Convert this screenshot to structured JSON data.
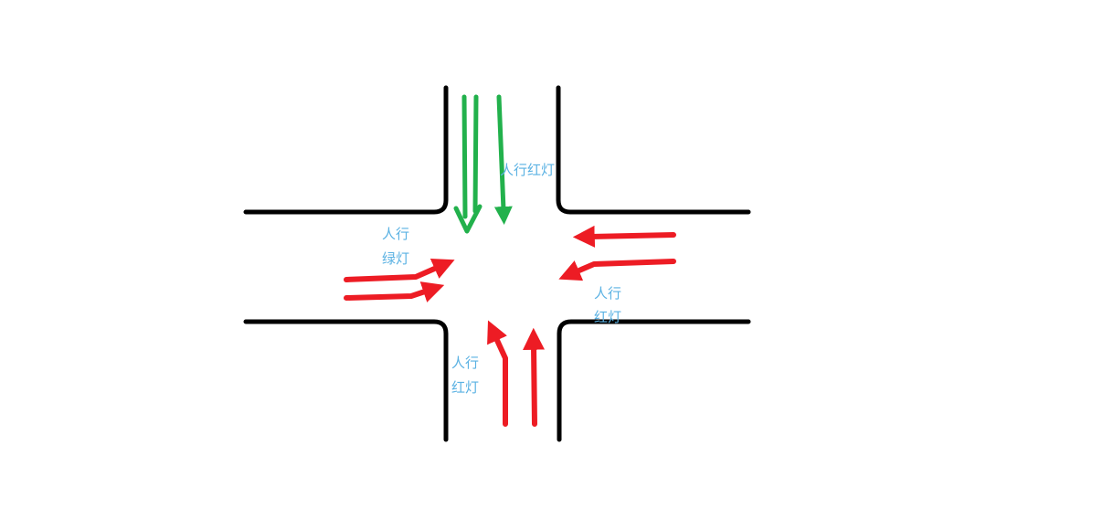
{
  "diagram": {
    "type": "intersection-signal-sketch"
  },
  "labels": {
    "top": {
      "text": "人行红灯"
    },
    "left": {
      "line1": "人行",
      "line2": "绿灯"
    },
    "right": {
      "line1": "人行",
      "line2": "红灯"
    },
    "bottom": {
      "line1": "人行",
      "line2": "红灯"
    }
  },
  "colors": {
    "background": "#ffffff",
    "road_line": "#000000",
    "green_signal_arrow": "#22b14c",
    "red_signal_arrow": "#ed1c24",
    "label_text": "#5bb2e3"
  }
}
